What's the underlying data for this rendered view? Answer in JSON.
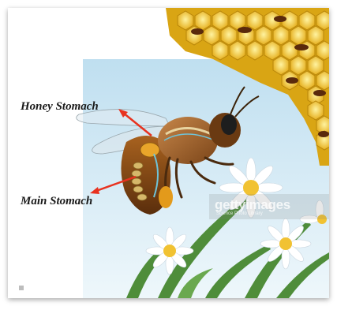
{
  "labels": {
    "honey_stomach": "Honey Stomach",
    "main_stomach": "Main Stomach"
  },
  "watermark": {
    "brand": "gettyimages",
    "credit": "Science Photo Library"
  },
  "colors": {
    "arrow": "#e8321f",
    "honeycomb": "#f2c419",
    "sky": "#d8ecf6"
  }
}
